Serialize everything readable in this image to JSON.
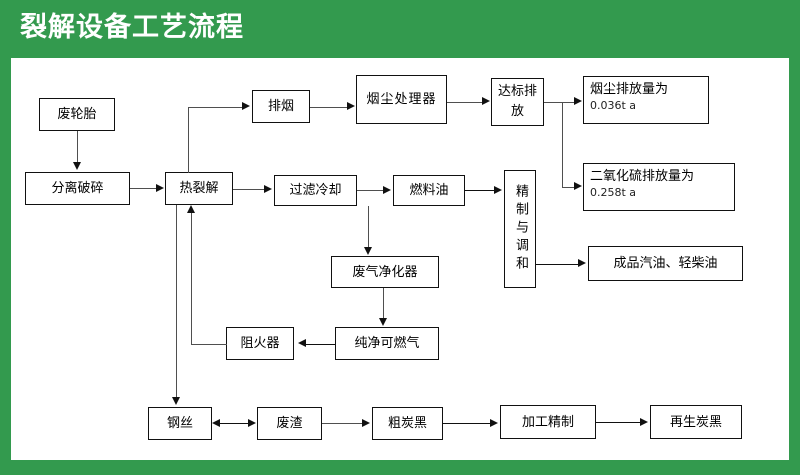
{
  "header": {
    "title": "裂解设备工艺流程",
    "background_color": "#339a4e",
    "text_color": "#ffffff"
  },
  "canvas": {
    "background_color": "#ffffff",
    "line_color": "#4f4f4f",
    "box_border_color": "#111111"
  },
  "nodes": {
    "waste_tire": {
      "label": "废轮胎"
    },
    "separation_crushing": {
      "label": "分离破碎"
    },
    "thermal_cracking": {
      "label": "热裂解"
    },
    "flue_gas": {
      "label": "排烟"
    },
    "dust_treatment": {
      "label": "烟尘处理器"
    },
    "standard_emission": {
      "label": "达标排放"
    },
    "dust_emission": {
      "label": "烟尘排放量为",
      "value": "0.036t a"
    },
    "so2_emission": {
      "label": "二氧化硫排放量为",
      "value": "0.258t a"
    },
    "filter_cooling": {
      "label": "过滤冷却"
    },
    "fuel_oil": {
      "label": "燃料油"
    },
    "refine_blend": {
      "label": "精制与调和"
    },
    "finished_oil": {
      "label": "成品汽油、轻柴油"
    },
    "exhaust_purifier": {
      "label": "废气净化器"
    },
    "clean_gas": {
      "label": "纯净可燃气"
    },
    "flame_arrester": {
      "label": "阻火器"
    },
    "steel_wire": {
      "label": "钢丝"
    },
    "waste_residue": {
      "label": "废渣"
    },
    "crude_carbon_black": {
      "label": "粗炭黑"
    },
    "processing_refining": {
      "label": "加工精制"
    },
    "recycled_carbon_black": {
      "label": "再生炭黑"
    }
  },
  "flow_edges": [
    {
      "from": "waste_tire",
      "to": "separation_crushing",
      "direction": "down"
    },
    {
      "from": "separation_crushing",
      "to": "thermal_cracking",
      "direction": "right"
    },
    {
      "from": "thermal_cracking",
      "to": "flue_gas",
      "direction": "up-right"
    },
    {
      "from": "flue_gas",
      "to": "dust_treatment",
      "direction": "right"
    },
    {
      "from": "dust_treatment",
      "to": "standard_emission",
      "direction": "right"
    },
    {
      "from": "standard_emission",
      "to": "dust_emission",
      "direction": "right"
    },
    {
      "from": "standard_emission",
      "to": "so2_emission",
      "direction": "right-down"
    },
    {
      "from": "thermal_cracking",
      "to": "filter_cooling",
      "direction": "right"
    },
    {
      "from": "filter_cooling",
      "to": "fuel_oil",
      "direction": "right"
    },
    {
      "from": "fuel_oil",
      "to": "refine_blend",
      "direction": "right"
    },
    {
      "from": "refine_blend",
      "to": "so2_emission",
      "direction": "right-up"
    },
    {
      "from": "refine_blend",
      "to": "finished_oil",
      "direction": "right"
    },
    {
      "from": "filter_cooling",
      "to": "exhaust_purifier",
      "direction": "down"
    },
    {
      "from": "exhaust_purifier",
      "to": "clean_gas",
      "direction": "down"
    },
    {
      "from": "clean_gas",
      "to": "flame_arrester",
      "direction": "left"
    },
    {
      "from": "flame_arrester",
      "to": "thermal_cracking",
      "direction": "left-up"
    },
    {
      "from": "thermal_cracking",
      "to": "steel_wire",
      "direction": "down"
    },
    {
      "from": "steel_wire",
      "to": "waste_residue",
      "direction": "bidirectional"
    },
    {
      "from": "waste_residue",
      "to": "crude_carbon_black",
      "direction": "right"
    },
    {
      "from": "crude_carbon_black",
      "to": "processing_refining",
      "direction": "right"
    },
    {
      "from": "processing_refining",
      "to": "recycled_carbon_black",
      "direction": "right"
    }
  ]
}
